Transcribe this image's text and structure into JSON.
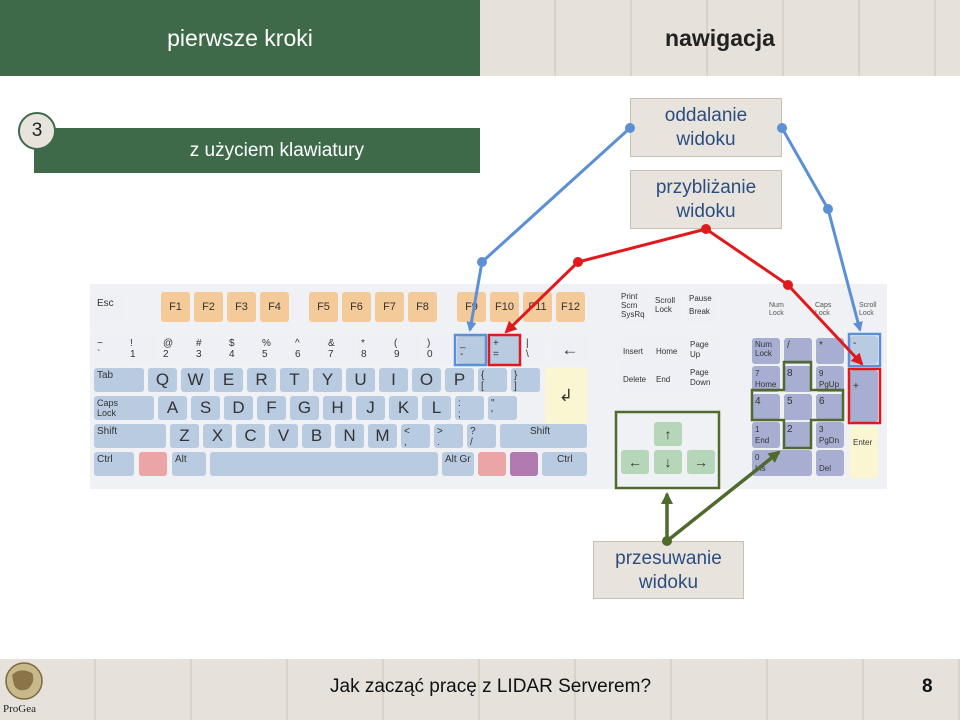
{
  "header": {
    "left_title": "pierwsze kroki",
    "right_title": "nawigacja"
  },
  "step": {
    "number": "3",
    "title": "z użyciem klawiatury"
  },
  "labels": {
    "zoom_out": "oddalanie\nwidoku",
    "zoom_in": "przybliżanie\nwidoku",
    "pan": "przesuwanie\nwidoku"
  },
  "keyboard": {
    "esc": "Esc",
    "fkeys": [
      "F1",
      "F2",
      "F3",
      "F4",
      "F5",
      "F6",
      "F7",
      "F8",
      "F9",
      "F10",
      "F11",
      "F12"
    ],
    "print": "Print\nScrn\nSysRq",
    "scroll": "Scroll\nLock",
    "pause": "Pause\nBreak",
    "num_rows": [
      "~\n`",
      "!\n1",
      "@\n2",
      "#\n3",
      "$\n4",
      "%\n5",
      "^\n6",
      "&\n7",
      "*\n8",
      "(\n9",
      ")\n0",
      "_\n-",
      "+\n="
    ],
    "backslash": "|\n\\",
    "tab": "Tab",
    "caps": "Caps\nLock",
    "shift": "Shift",
    "ctrl": "Ctrl",
    "alt": "Alt",
    "altgr": "Alt Gr",
    "qrow": [
      "Q",
      "W",
      "E",
      "R",
      "T",
      "Y",
      "U",
      "I",
      "O",
      "P"
    ],
    "brackets": [
      "{\n[",
      "}\n]"
    ],
    "arow": [
      "A",
      "S",
      "D",
      "F",
      "G",
      "H",
      "J",
      "K",
      "L"
    ],
    "semicolon": ":\n;",
    "quote": "\"\n'",
    "zrow": [
      "Z",
      "X",
      "C",
      "V",
      "B",
      "N",
      "M"
    ],
    "comma": "<\n,",
    "period": ">\n.",
    "slash": "?\n/",
    "insert": "Insert",
    "home": "Home",
    "pgup": "Page\nUp",
    "delete": "Delete",
    "end": "End",
    "pgdn": "Page\nDown",
    "arrows": {
      "up": "↑",
      "left": "←",
      "down": "↓",
      "right": "→"
    },
    "numlock": "Num\nLock",
    "numslash": "/",
    "numstar": "*",
    "numminus": "-",
    "numplus": "+",
    "num7": "7\nHome",
    "num8": "8",
    "num9": "9\nPgUp",
    "num4": "4",
    "num5": "5",
    "num6": "6",
    "num1": "1\nEnd",
    "num2": "2",
    "num3": "3\nPgDn",
    "num0": "0\nIns",
    "numdot": ".\nDel",
    "enter": "Enter",
    "leds": [
      "Num\nLock",
      "Caps\nLock",
      "Scroll\nLock"
    ]
  },
  "footer": {
    "title": "Jak zacząć pracę z LIDAR Serverem?",
    "page": "8",
    "logo_text": "ProGea"
  },
  "colors": {
    "zoom_out_arrow": "#5b8fd6",
    "zoom_in_arrow": "#e0191c",
    "pan_arrow": "#4f6a2c",
    "header_green": "#3f6a4a"
  }
}
